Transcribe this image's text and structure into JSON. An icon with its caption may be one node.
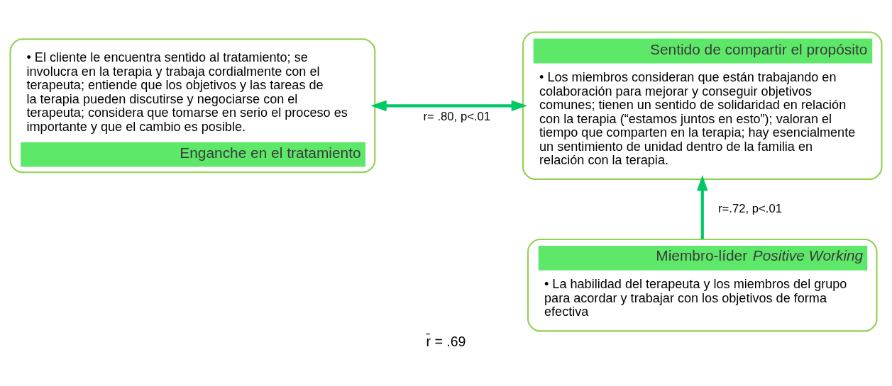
{
  "diagram": {
    "caption": "r̄ = .69",
    "nodes": [
      {
        "text": [
          "• El cliente le encuentra sentido al tratamiento; se involucra en la terapia y trabaja cordialmente con el terapeuta; entiende que los objetivos y las tareas de la terapia pueden discutirse y negociarse con el terapeuta; considera que tomarse en serio el proceso es importante y que el cambio es posible.",
          "Enganche en el tratamiento"
        ]
      },
      {
        "text": [
          "Sentido de compartir el propósito",
          "• Los miembros consideran que están trabajando en colaboración para mejorar y conseguir objetivos comunes; tienen un sentido de solidaridad en relación con la terapia (“estamos juntos en esto”); valoran el tiempo que comparten en la terapia; hay esencialmente un sentimiento de unidad dentro de la familia en relación con la terapia."
        ]
      },
      {
        "text": [
          "Miembro-líder *Positive Working*",
          "• La habilidad del terapeuta y los miembros del grupo  para acordar y trabajar con los objetivos de forma efectiva"
        ]
      }
    ],
    "edges": [
      {
        "from": 0,
        "to": 1,
        "arrow": "both",
        "label": "r= .80, p<.01",
        "color": "#00c864"
      },
      {
        "from": 2,
        "to": 1,
        "arrow": "to",
        "label": "r=.72, p<.01",
        "color": "#00c864"
      }
    ]
  }
}
